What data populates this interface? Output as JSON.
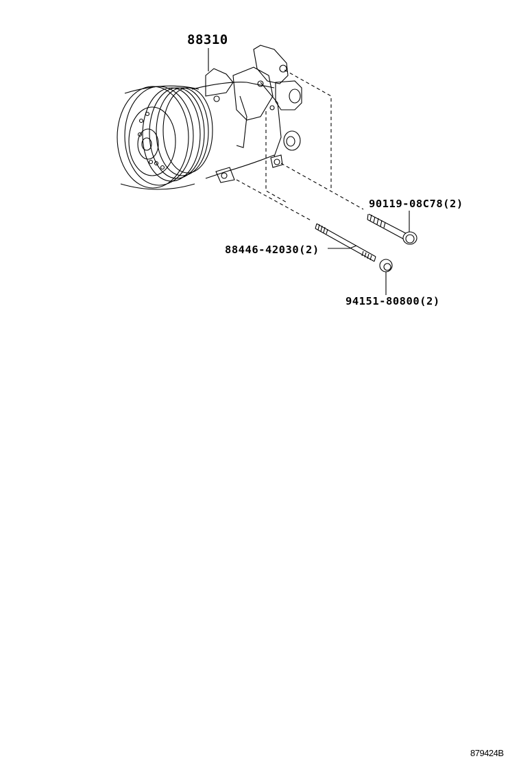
{
  "diagram": {
    "type": "parts-exploded-view",
    "subject": "A/C compressor assembly with mounting hardware",
    "callouts": [
      {
        "id": "compressor",
        "part_number": "88310",
        "qty": ""
      },
      {
        "id": "bolt",
        "part_number": "90119-08C78",
        "qty": "(2)"
      },
      {
        "id": "stud",
        "part_number": "88446-42030",
        "qty": "(2)"
      },
      {
        "id": "nut",
        "part_number": "94151-80800",
        "qty": "(2)"
      }
    ],
    "labels": {
      "compressor": "88310",
      "bolt": "90119-08C78(2)",
      "stud": "88446-42030(2)",
      "nut": "94151-80800(2)"
    },
    "reference_code": "879424B"
  },
  "colors": {
    "line": "#000000",
    "background": "#ffffff"
  }
}
